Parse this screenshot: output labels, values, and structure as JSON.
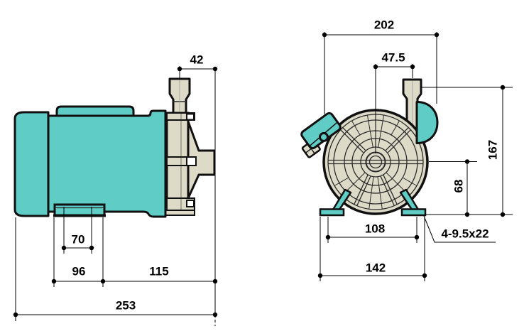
{
  "drawing": {
    "side_view": {
      "dims": {
        "inlet_port_offset": "42",
        "foot_slot_width": "70",
        "motor_foot_span": "96",
        "head_length": "115",
        "overall_length": "253"
      }
    },
    "front_view": {
      "dims": {
        "overall_width": "202",
        "inlet_offset": "47.5",
        "overall_height": "167",
        "shaft_center_height": "68",
        "foot_bolt_spacing": "108",
        "foot_base_width": "142",
        "mount_slot_spec": "4-9.5x22"
      }
    },
    "colors": {
      "pump_body_teal": "#5fccc6",
      "metal_beige": "#dedac8",
      "outline": "#101010",
      "dimension": "#000000"
    }
  }
}
